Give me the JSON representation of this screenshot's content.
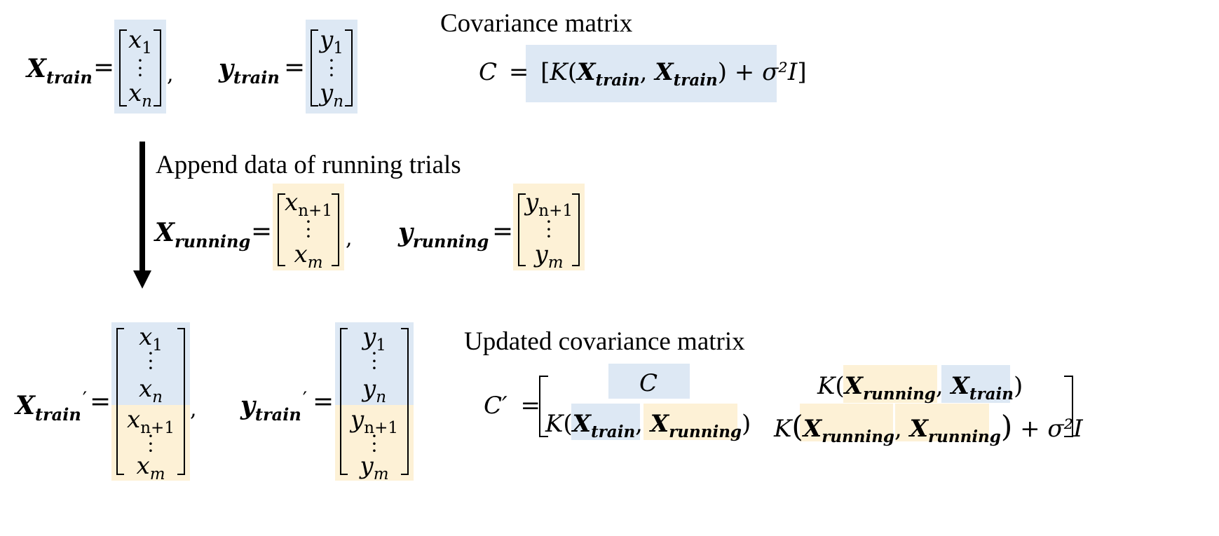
{
  "captions": {
    "covariance": "Covariance matrix",
    "append": "Append data of running trials",
    "updated": "Updated covariance matrix"
  },
  "symbols": {
    "X": "X",
    "y": "y",
    "train": "train",
    "running": "running",
    "prime": "′",
    "equals": "=",
    "comma": ",",
    "C": "C",
    "Cprime": "C′",
    "K": "K",
    "sigma_term": "+ σ²I",
    "open_bracket": "[",
    "close_bracket": "]",
    "open_paren": "(",
    "close_paren": ")"
  },
  "vectors": {
    "x_train": [
      "x",
      "1",
      "x",
      "n"
    ],
    "y_train": [
      "y",
      "1",
      "y",
      "n"
    ],
    "x_running": [
      "x",
      "n+1",
      "x",
      "m"
    ],
    "y_running": [
      "y",
      "n+1",
      "y",
      "m"
    ]
  },
  "colors": {
    "train_highlight": "#dde8f4",
    "running_highlight": "#fdf1d6",
    "arrow": "#000000"
  }
}
